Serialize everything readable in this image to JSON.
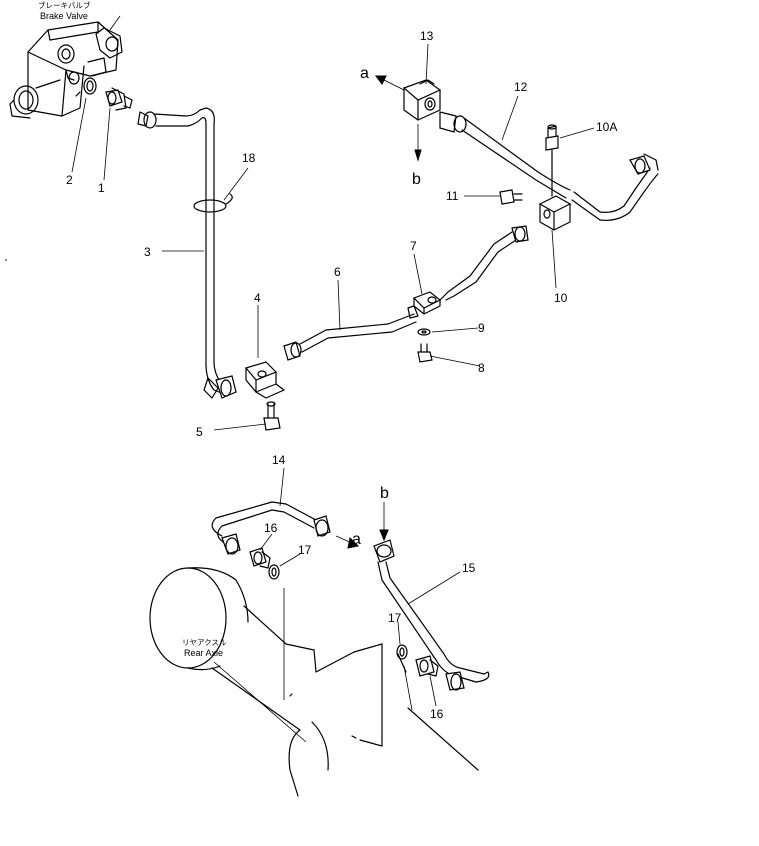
{
  "captions": {
    "brake_valve_jp": "ブレーキバルブ",
    "brake_valve_en": "Brake Valve",
    "rear_axle_jp": "リヤアクスル",
    "rear_axle_en": "Rear Axle"
  },
  "part_labels": {
    "p1": "1",
    "p2": "2",
    "p3": "3",
    "p4": "4",
    "p5": "5",
    "p6": "6",
    "p7": "7",
    "p8": "8",
    "p9": "9",
    "p10": "10",
    "p10a": "10A",
    "p11": "11",
    "p12": "12",
    "p13": "13",
    "p14": "14",
    "p15": "15",
    "p16a": "16",
    "p16b": "16",
    "p17a": "17",
    "p17b": "17",
    "p18": "18"
  },
  "connection_labels": {
    "a_top": "a",
    "b_top": "b",
    "a_bottom": "a",
    "b_bottom": "b"
  }
}
